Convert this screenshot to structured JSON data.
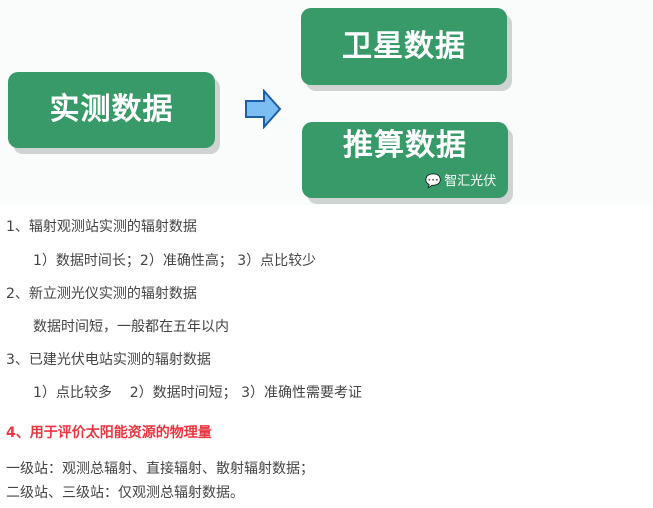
{
  "banner": {
    "measured": "实测数据",
    "satellite": "卫星数据",
    "estimated": "推算数据",
    "watermark": "智汇光伏",
    "colors": {
      "box": "#379a68",
      "arrow": "#6fb4ef"
    }
  },
  "lines": [
    "1、辐射观测站实测的辐射数据",
    "1）数据时间长；2）准确性高； 3）点比较少",
    "2、新立测光仪实测的辐射数据",
    "数据时间短，一般都在五年以内",
    "3、已建光伏电站实测的辐射数据",
    "1）点比较多    2）数据时间短； 3）准确性需要考证",
    "4、用于评价太阳能资源的物理量",
    "一级站：观测总辐射、直接辐射、散射辐射数据；",
    "二级站、三级站：仅观测总辐射数据。"
  ]
}
